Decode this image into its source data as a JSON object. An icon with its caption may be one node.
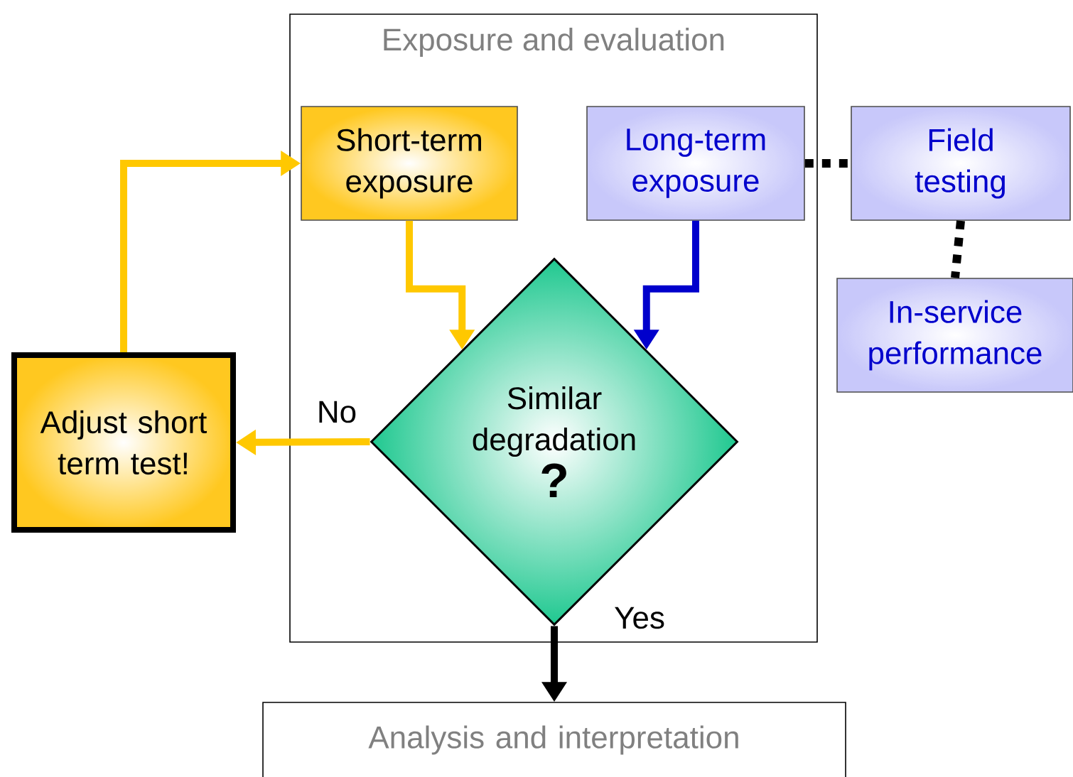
{
  "diagram": {
    "nodes": [
      {
        "text": [
          "Exposure and evaluation"
        ]
      },
      {
        "text": [
          "Short-term exposure"
        ],
        "in": 0
      },
      {
        "text": [
          "Long-term exposure"
        ],
        "in": 0
      },
      {
        "text": [
          "Similar degradation",
          "?"
        ],
        "in": 0
      },
      {
        "text": [
          "Adjust short term test!"
        ]
      },
      {
        "text": [
          "Field testing"
        ]
      },
      {
        "text": [
          "In-service performance"
        ]
      },
      {
        "text": [
          "Analysis and interpretation"
        ]
      }
    ],
    "edges": [
      {
        "from": 4,
        "to": 1,
        "arrow": "to"
      },
      {
        "from": 1,
        "to": 3,
        "arrow": "to"
      },
      {
        "from": 2,
        "to": 3,
        "arrow": "to",
        "color": "#0000cc"
      },
      {
        "from": 3,
        "to": 4,
        "arrow": "to",
        "label": "No"
      },
      {
        "from": 3,
        "to": 7,
        "arrow": "to",
        "label": "Yes",
        "color": "#000000"
      },
      {
        "from": 2,
        "to": 5,
        "arrow": "none",
        "style": "dashed",
        "color": "#000000"
      },
      {
        "from": 5,
        "to": 6,
        "arrow": "none",
        "style": "dashed",
        "color": "#000000"
      }
    ]
  }
}
